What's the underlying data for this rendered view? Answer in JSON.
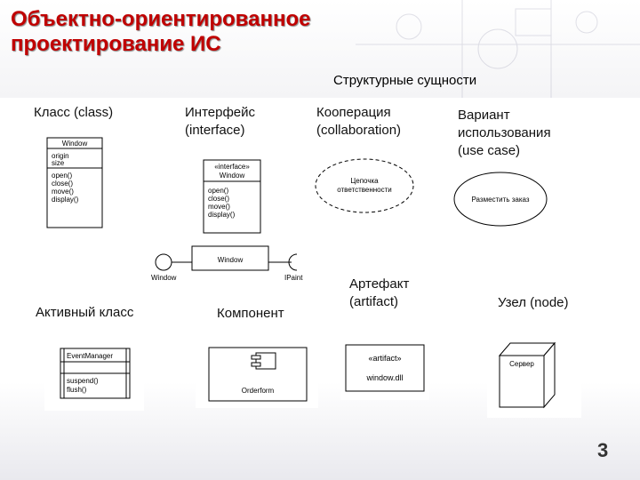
{
  "title": {
    "line1": "Объектно-ориентированное",
    "line2": "проектирование ИС"
  },
  "subtitle": "Структурные сущности",
  "labels": {
    "class": "Класс (class)",
    "interface_1": "Интерфейс",
    "interface_2": "(interface)",
    "collab_1": "Кооперация",
    "collab_2": "(collaboration)",
    "usecase_1": "Вариант",
    "usecase_2": "использования",
    "usecase_3": "(use case)",
    "active": "Активный класс",
    "component": "Компонент",
    "artifact_1": "Артефакт",
    "artifact_2": "(artifact)",
    "node": "Узел (node)"
  },
  "class_box": {
    "name": "Window",
    "attrs": [
      "origin",
      "size"
    ],
    "ops": [
      "open()",
      "close()",
      "move()",
      "display()"
    ]
  },
  "interface_box": {
    "stereotype": "«interface»",
    "name": "Window",
    "ops": [
      "open()",
      "close()",
      "move()",
      "display()"
    ]
  },
  "lollipop": {
    "left": "Window",
    "center": "Window",
    "right": "IPaint"
  },
  "collaboration": {
    "line1": "Цепочка",
    "line2": "ответственности"
  },
  "usecase": "Разместить заказ",
  "active_box": {
    "name": "EventManager",
    "ops": [
      "suspend()",
      "flush()"
    ]
  },
  "component_box": "Orderform",
  "artifact_box": {
    "stereotype": "«artifact»",
    "name": "window.dll"
  },
  "node_box": "Сервер",
  "page_number": "3"
}
